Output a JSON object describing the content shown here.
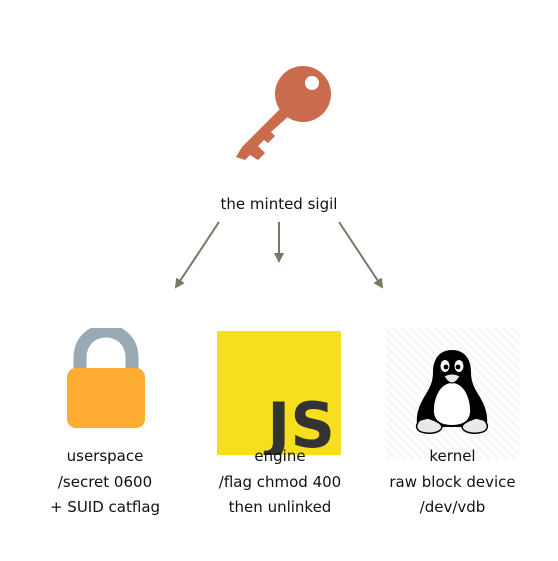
{
  "root": {
    "icon": "key-icon",
    "label": "the minted sigil"
  },
  "targets": [
    {
      "icon": "padlock-icon",
      "lines": [
        "userspace",
        "/secret 0600",
        "+ SUID catflag"
      ]
    },
    {
      "icon": "javascript-logo-icon",
      "logo_text": "JS",
      "lines": [
        "engine",
        "/flag chmod 400",
        "then unlinked"
      ]
    },
    {
      "icon": "tux-penguin-icon",
      "lines": [
        "kernel",
        "raw block device",
        "/dev/vdb"
      ]
    }
  ],
  "colors": {
    "key": "#c96b4c",
    "arrow": "#7c7664",
    "lock_body": "#ffac33",
    "lock_shackle": "#99aab5",
    "js_background": "#f7df1e",
    "js_text": "#333333"
  }
}
